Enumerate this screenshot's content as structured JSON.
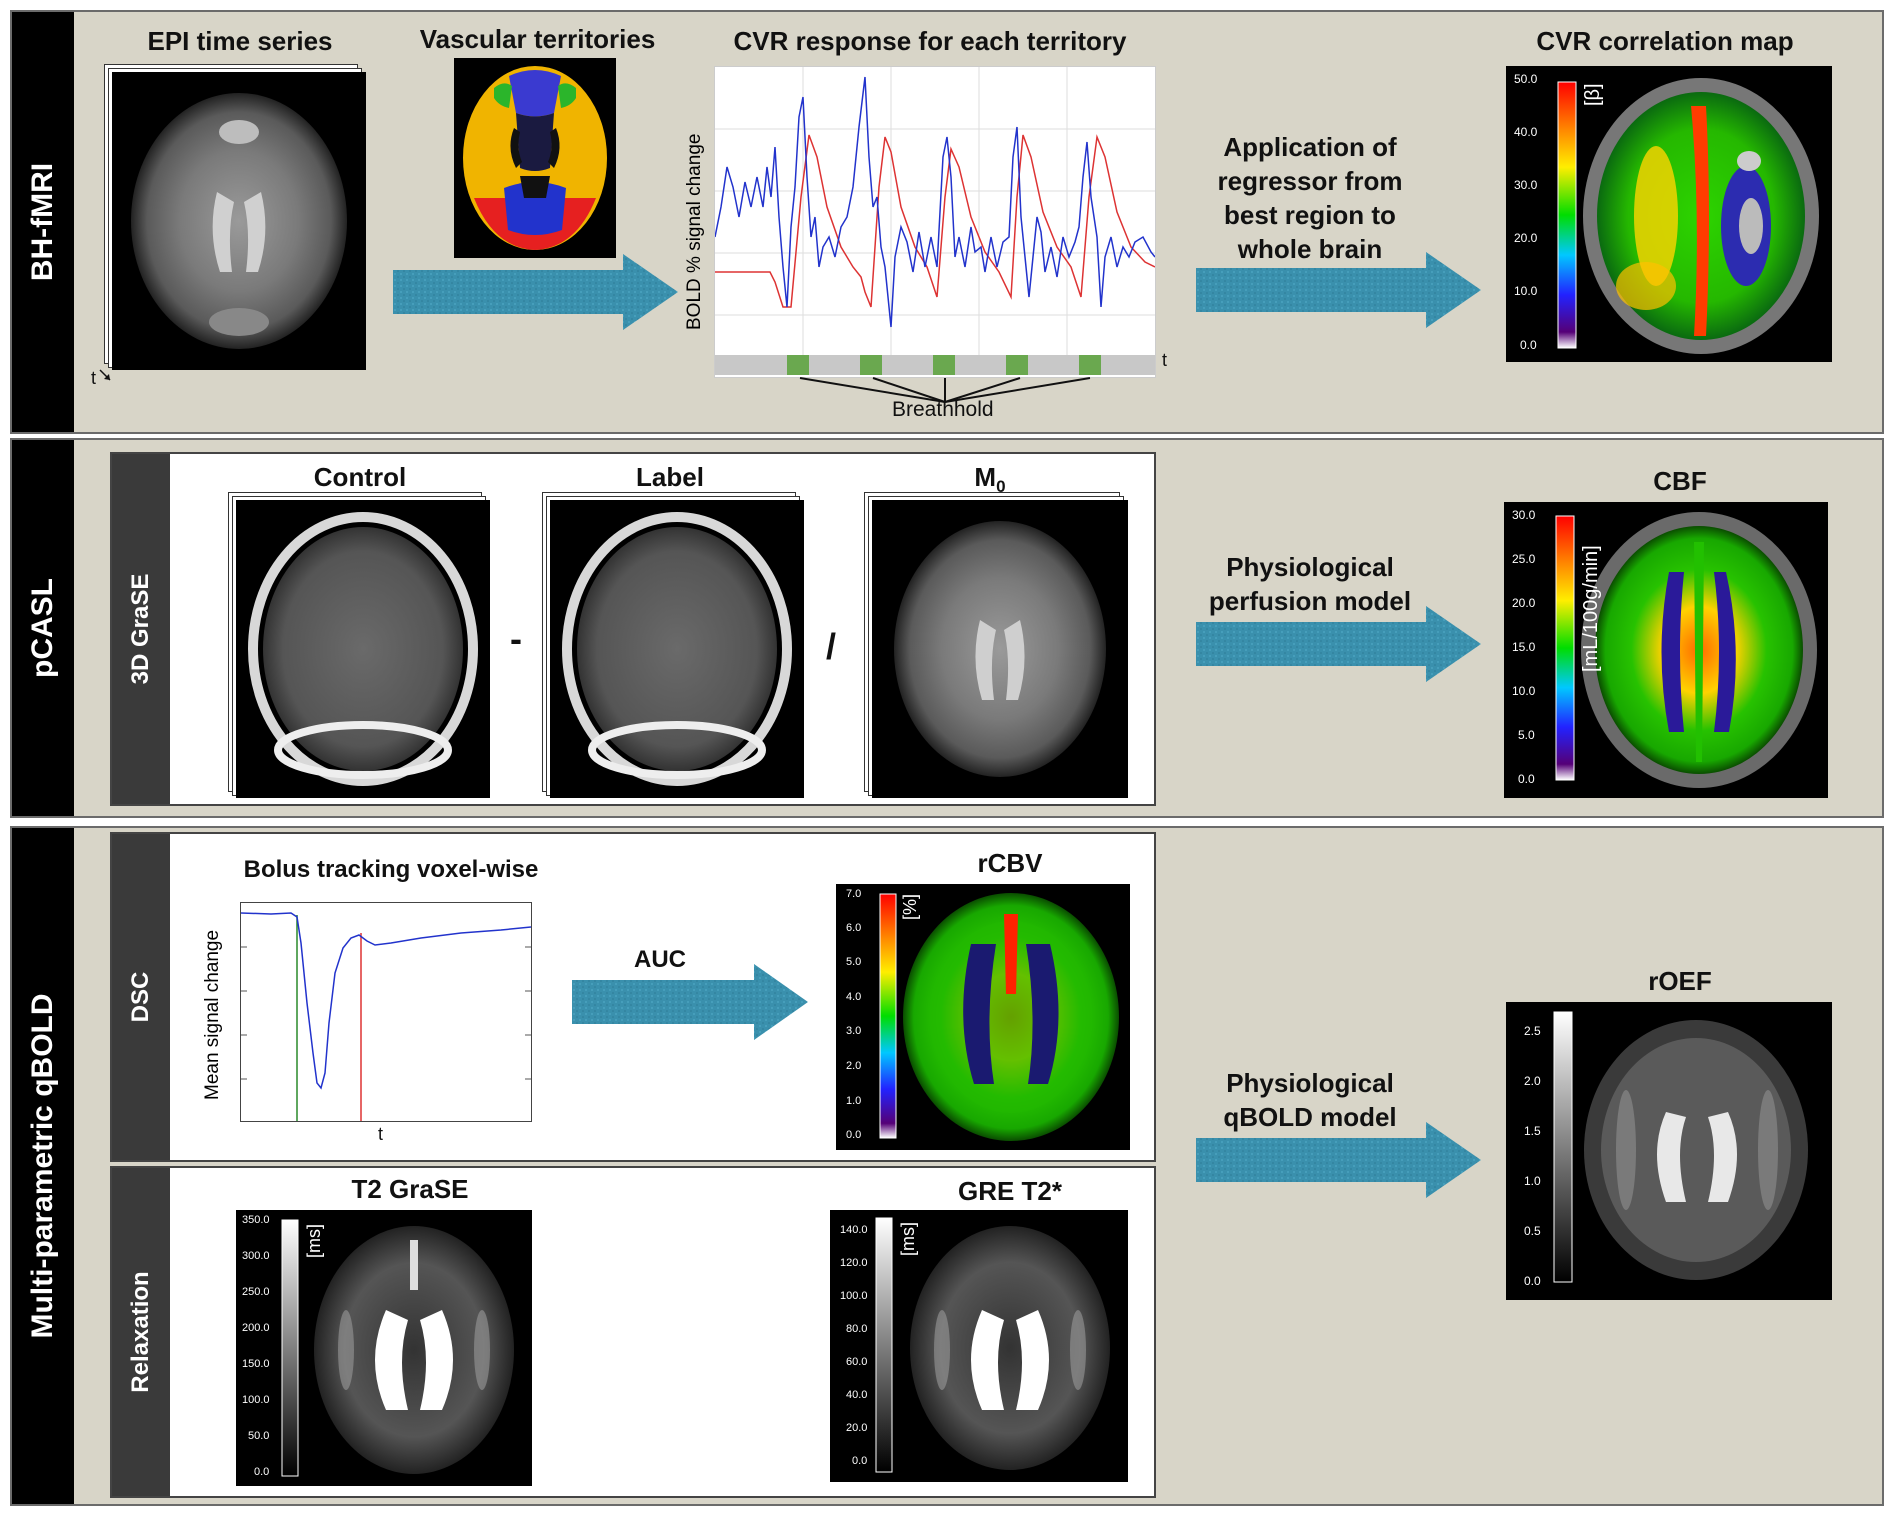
{
  "panels": {
    "bhfmri": {
      "side_label": "BH-fMRI",
      "epi_title": "EPI time series",
      "time_symbol": "t",
      "vascular_title": "Vascular territories",
      "cvr_title": "CVR response for each territory",
      "cvr_ylabel": "BOLD % signal change",
      "cvr_time_label": "t",
      "breathhold_label": "Breathhold",
      "regressor_caption": [
        "Application of",
        "regressor from",
        "best region to",
        "whole brain"
      ],
      "map_title": "CVR correlation map",
      "map_unit": "[β]",
      "map_ticks": [
        "50.0",
        "40.0",
        "30.0",
        "20.0",
        "10.0",
        "0.0"
      ]
    },
    "pcasl": {
      "side_label": "pCASL",
      "sub_label": "3D GraSE",
      "control_title": "Control",
      "label_title": "Label",
      "m0_title_main": "M",
      "m0_title_sub": "0",
      "minus_op": "-",
      "divide_op": "/",
      "model_caption": [
        "Physiological",
        "perfusion model"
      ],
      "map_title": "CBF",
      "map_unit": "[mL/100g/min]",
      "map_ticks": [
        "30.0",
        "25.0",
        "20.0",
        "15.0",
        "10.0",
        "5.0",
        "0.0"
      ]
    },
    "qbold": {
      "side_label": "Multi-parametric qBOLD",
      "dsc_label": "DSC",
      "bolus_title": "Bolus tracking voxel-wise",
      "bolus_ylabel": "Mean signal change",
      "bolus_time_label": "t",
      "auc_label": "AUC",
      "rcbv_title": "rCBV",
      "rcbv_unit": "[%]",
      "rcbv_ticks": [
        "7.0",
        "6.0",
        "5.0",
        "4.0",
        "3.0",
        "2.0",
        "1.0",
        "0.0"
      ],
      "relax_label": "Relaxation",
      "t2_title": "T2 GraSE",
      "t2_unit": "[ms]",
      "t2_ticks": [
        "350.0",
        "300.0",
        "250.0",
        "200.0",
        "150.0",
        "100.0",
        "50.0",
        "0.0"
      ],
      "t2s_title": "GRE T2*",
      "t2s_unit": "[ms]",
      "t2s_ticks": [
        "140.0",
        "120.0",
        "100.0",
        "80.0",
        "60.0",
        "40.0",
        "20.0",
        "0.0"
      ],
      "model_caption": [
        "Physiological",
        "qBOLD model"
      ],
      "roef_title": "rOEF",
      "roef_ticks": [
        "2.5",
        "2.0",
        "1.5",
        "1.0",
        "0.5",
        "0.0"
      ]
    }
  },
  "colors": {
    "panel_bg": "#d8d5c8",
    "arrow": "#3a90ad",
    "bold_blue": "#2233cc",
    "regressor_red": "#dd3333",
    "breathhold_green": "#6aa84f"
  }
}
